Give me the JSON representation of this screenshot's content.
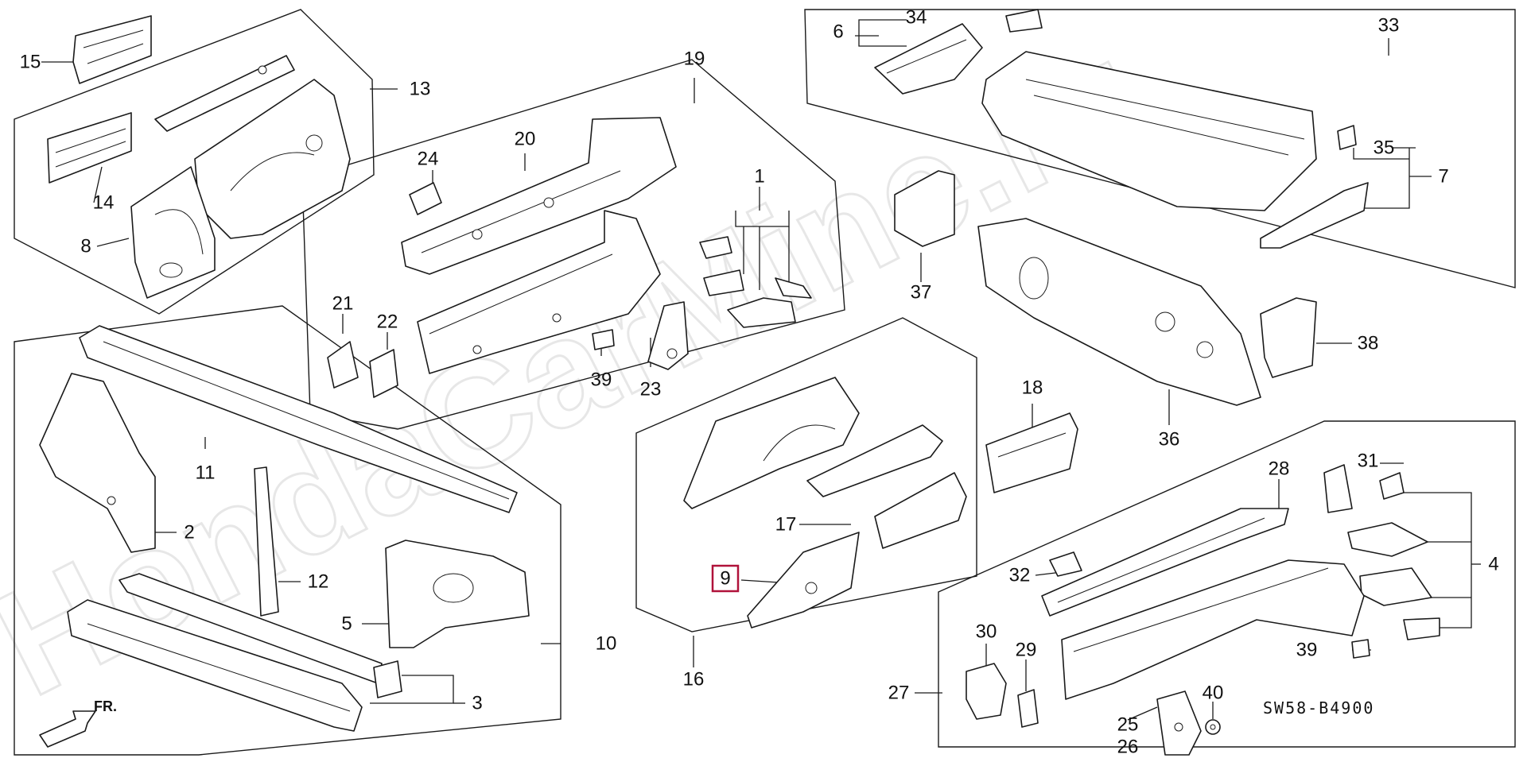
{
  "watermark": "HondaCarMine.ru",
  "diagram_code": "SW58-B4900",
  "direction_label": "FR.",
  "highlighted_callout": "9",
  "highlight_color": "#b0123a",
  "callouts": {
    "c1": "1",
    "c2": "2",
    "c3": "3",
    "c4": "4",
    "c5": "5",
    "c6": "6",
    "c7": "7",
    "c8": "8",
    "c9": "9",
    "c10": "10",
    "c11": "11",
    "c12": "12",
    "c13": "13",
    "c14": "14",
    "c15": "15",
    "c16": "16",
    "c17": "17",
    "c18": "18",
    "c19": "19",
    "c20": "20",
    "c21": "21",
    "c22": "22",
    "c23": "23",
    "c24": "24",
    "c25": "25",
    "c26": "26",
    "c27": "27",
    "c28": "28",
    "c29": "29",
    "c30": "30",
    "c31": "31",
    "c32": "32",
    "c33": "33",
    "c34": "34",
    "c35": "35",
    "c36": "36",
    "c37": "37",
    "c38": "38",
    "c39a": "39",
    "c39b": "39",
    "c40": "40"
  }
}
